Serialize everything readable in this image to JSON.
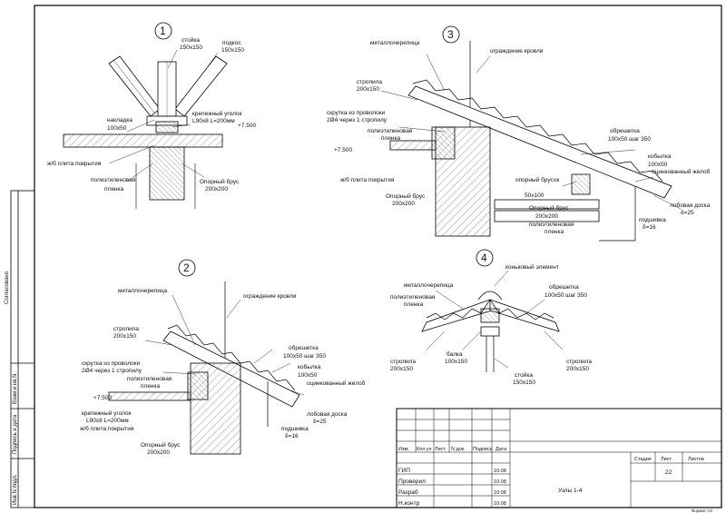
{
  "details": {
    "d1": {
      "number": "1",
      "labels": {
        "stoyka": [
          "стойка",
          "150x150"
        ],
        "podkos": [
          "подкос",
          "150x150"
        ],
        "ugolok": [
          "крепежный уголок",
          "L90x8 L=200мм"
        ],
        "nakladka": [
          "накладка",
          "100x50"
        ],
        "level": "+7.500",
        "plita": "ж/б плита покрытия",
        "plenka": [
          "полиэтиленовая",
          "пленка"
        ],
        "brus": [
          "Опорный брус",
          "200x200"
        ]
      }
    },
    "d2": {
      "number": "2",
      "labels": {
        "metall": "металлочерепица",
        "ograzhdenie": "ограждение кровли",
        "stropila": [
          "стропила",
          "200x150"
        ],
        "skrutka": [
          "скрутка из проволоки",
          "2Ø4 через 1 стропилу"
        ],
        "plenka": [
          "полиэтиленовая",
          "пленка"
        ],
        "level": "+7.500",
        "ugolok": [
          "крепежный уголок",
          "L90x8 L=200мм"
        ],
        "plita": "ж/б плита покрытия",
        "brus": [
          "Опорный брус",
          "200x200"
        ],
        "obreshetka": [
          "обрешетка",
          "100x50 шаг 350"
        ],
        "kobylka": [
          "кобылка",
          "100x50"
        ],
        "zhelob": "оцинкованный желоб",
        "lobovaya": [
          "лобовая доска",
          "δ=25"
        ],
        "podshivka": [
          "подшивка",
          "δ=16"
        ]
      }
    },
    "d3": {
      "number": "3",
      "labels": {
        "metall": "металлочерепица",
        "ograzhdenie": "ограждение кровли",
        "stropila": [
          "стропила",
          "200x150"
        ],
        "skrutka": [
          "скрутка из проволоки",
          "2Ø4 через 1 стропилу"
        ],
        "plenka": [
          "полиэтиленовая",
          "пленка"
        ],
        "level": "+7.500",
        "plita": "ж/б плита покрытия",
        "brus": [
          "Опорный брус",
          "200x200"
        ],
        "obreshetka": [
          "обрешетка",
          "100x50 шаг 350"
        ],
        "kobylka": [
          "кобылка",
          "100x50"
        ],
        "zhelob": "оцинкованный желоб",
        "brusok": [
          "опорный брусок",
          "50x100"
        ],
        "brus2": [
          "Опорный брус",
          "200x200"
        ],
        "plenka2": [
          "полиэтиленовая",
          "пленка"
        ],
        "lobovaya": [
          "лобовая доска",
          "δ=25"
        ],
        "podshivka": [
          "подшивка",
          "δ=16"
        ]
      }
    },
    "d4": {
      "number": "4",
      "labels": {
        "konek": "коньковый элемент",
        "metall": "металлочерепица",
        "plenka": [
          "полиэтиленовая",
          "пленка"
        ],
        "obreshetka": [
          "обрешетка",
          "100x50 шаг 350"
        ],
        "stropila_l": [
          "стропила",
          "200x150"
        ],
        "balka": [
          "балка",
          "100x150"
        ],
        "stoyka": [
          "стойка",
          "150x150"
        ],
        "stropila_r": [
          "стропила",
          "200x150"
        ]
      }
    }
  },
  "title_block": {
    "headers": [
      "Изм.",
      "Кол.уч",
      "Лист",
      "N док.",
      "Подпись",
      "Дата"
    ],
    "rows": [
      {
        "role": "ГИП",
        "date": "10.08"
      },
      {
        "role": "Проверил",
        "date": "10.08"
      },
      {
        "role": "Разраб",
        "date": "10.08"
      },
      {
        "role": "Н.контр",
        "date": "10.08"
      }
    ],
    "title": "Узлы 1-4",
    "stage_label": "Стадия",
    "sheet_label": "Лист",
    "sheets_label": "Листов",
    "sheet_value": "22",
    "format": "Формат А3"
  },
  "side_block": {
    "agreed": "Согласовано",
    "vzam": "Взам.и нв.N",
    "podpis": "Подпись и дата",
    "inv": "Инв.N подл."
  }
}
